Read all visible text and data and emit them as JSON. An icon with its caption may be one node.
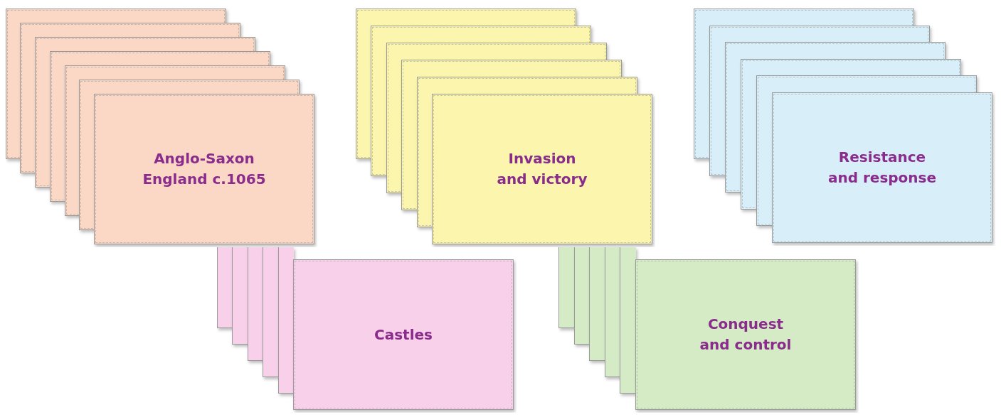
{
  "diagram": {
    "nodes": [
      {
        "text": [
          "Anglo-Saxon England c.1065"
        ]
      },
      {
        "text": [
          "Invasion and victory"
        ]
      },
      {
        "text": [
          "Resistance and response"
        ]
      },
      {
        "text": [
          "Castles"
        ]
      },
      {
        "text": [
          "Conquest and control"
        ]
      }
    ]
  }
}
